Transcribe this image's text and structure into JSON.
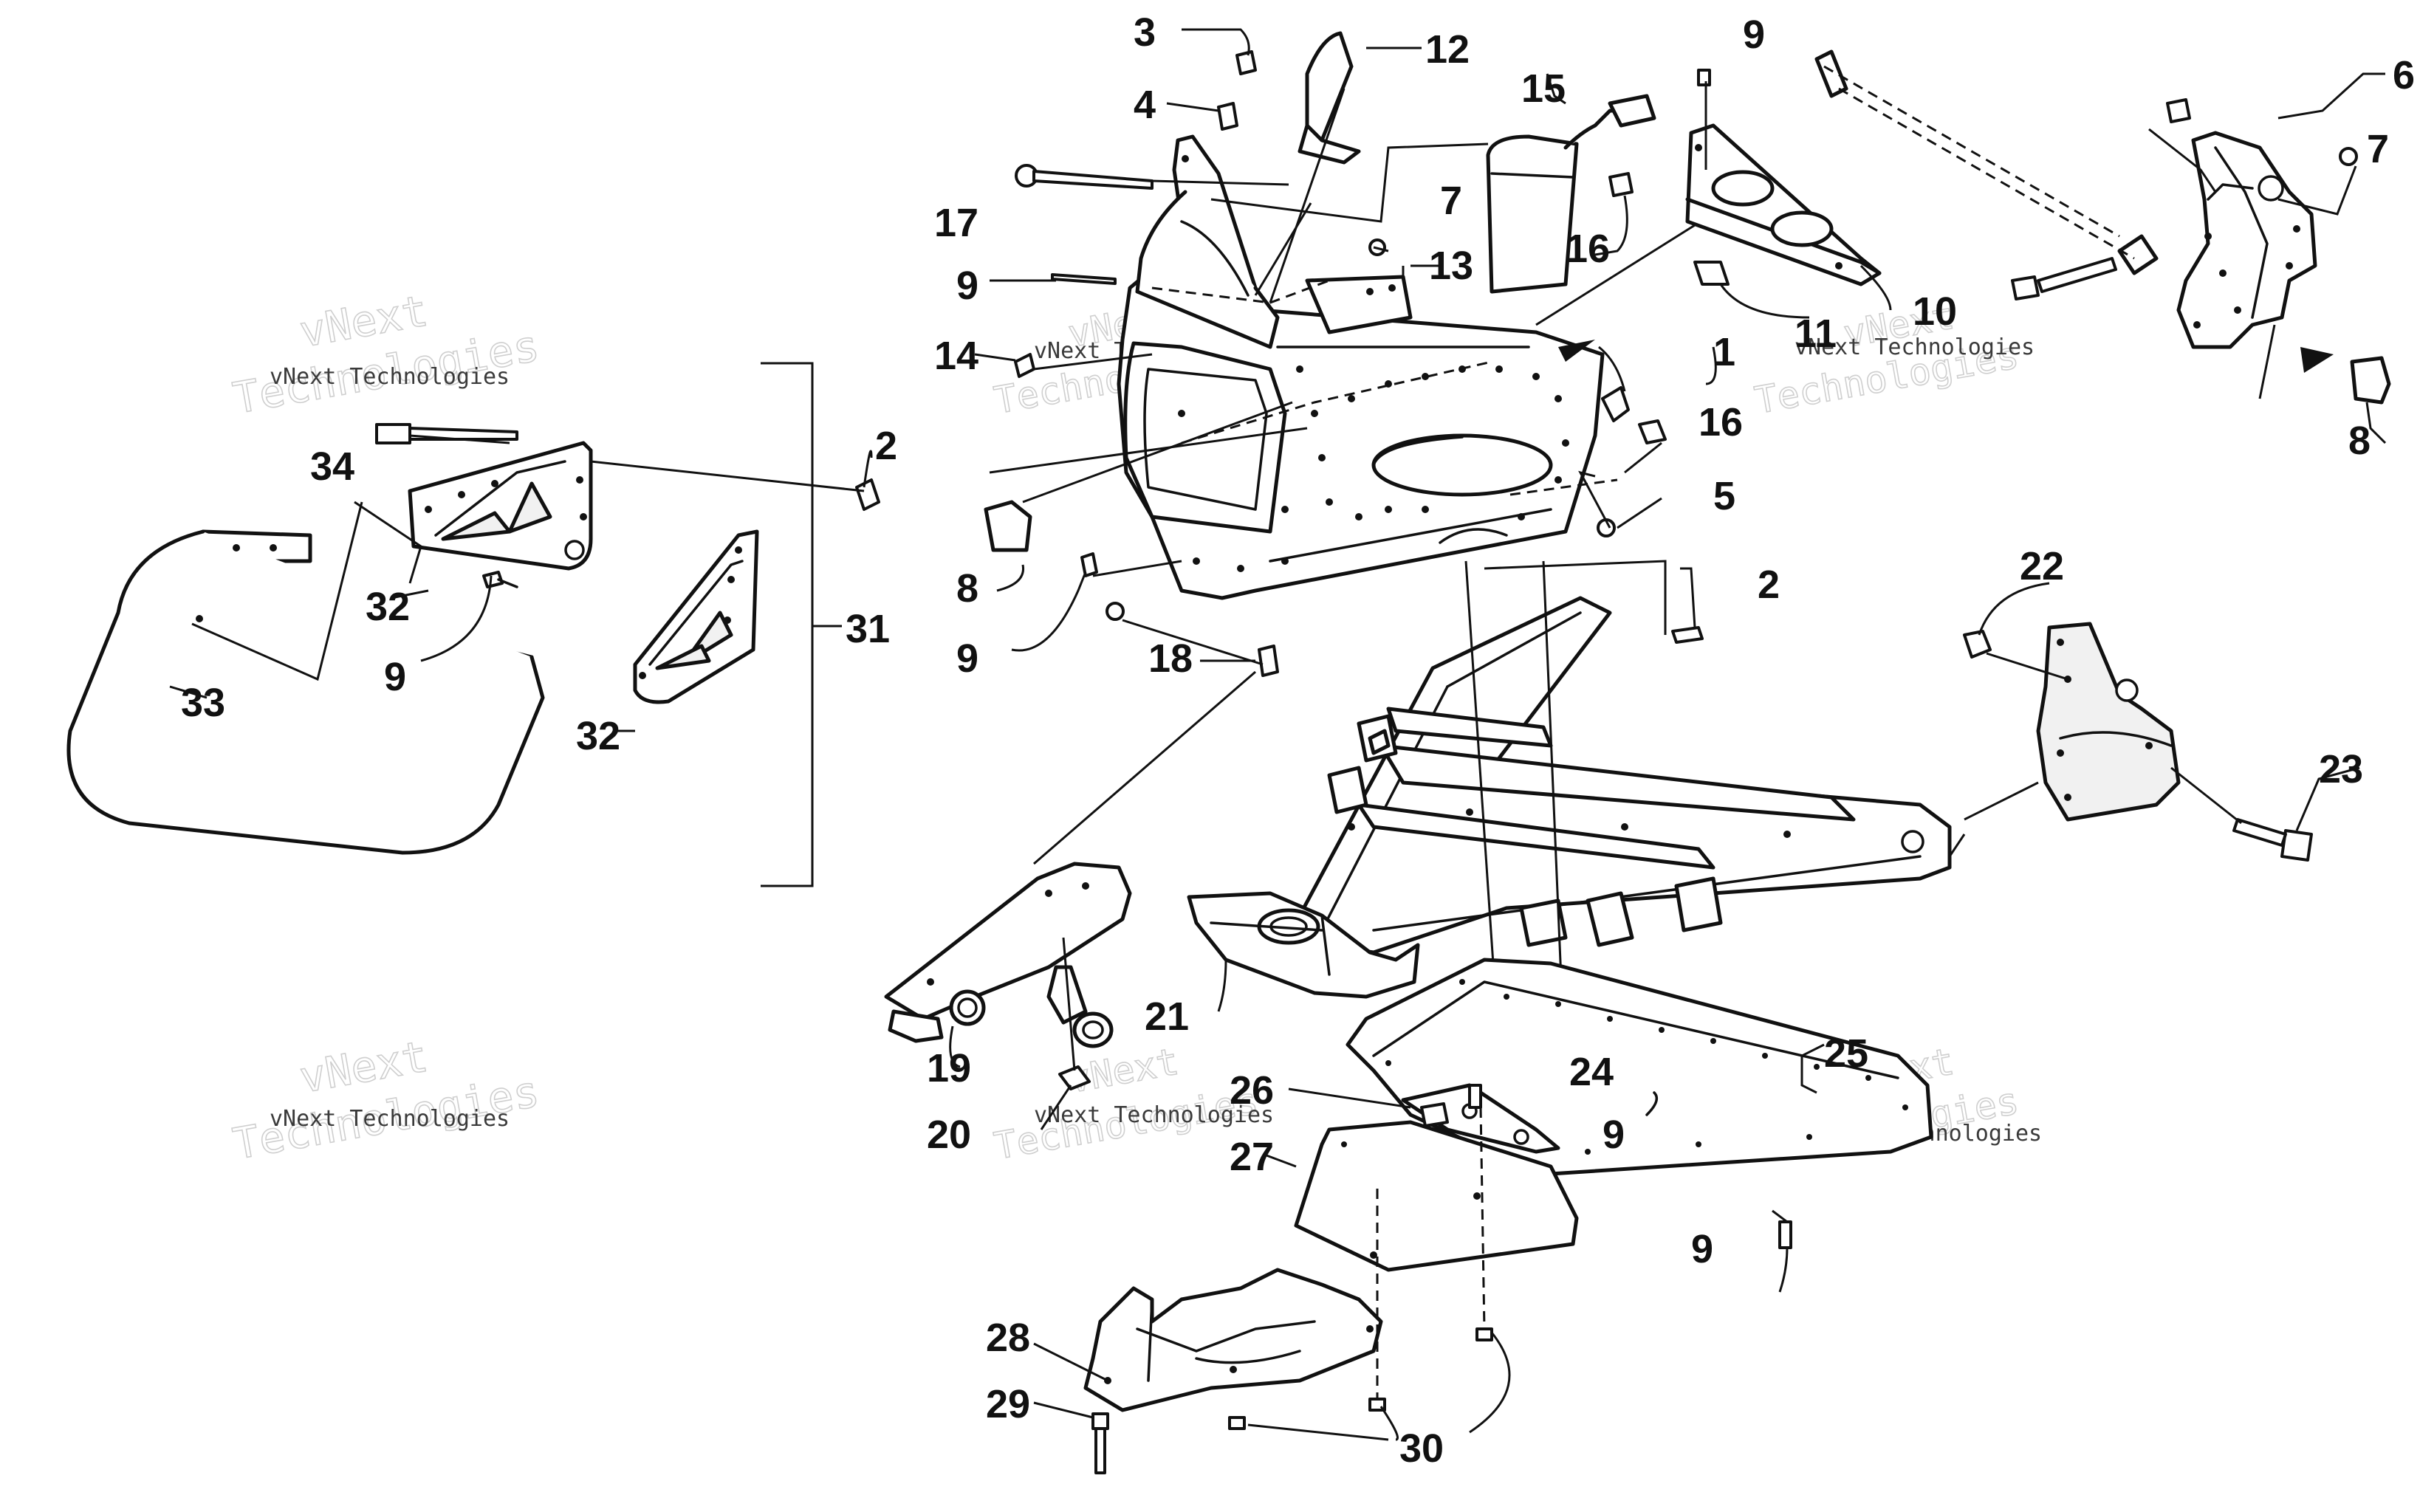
{
  "diagram": {
    "watermark": {
      "line1": "vNext",
      "line2": "Technologies",
      "full": "vNext Technologies"
    },
    "callouts": [
      {
        "id": "c1",
        "label": "1"
      },
      {
        "id": "c2a",
        "label": "2"
      },
      {
        "id": "c2b",
        "label": "2"
      },
      {
        "id": "c3",
        "label": "3"
      },
      {
        "id": "c4",
        "label": "4"
      },
      {
        "id": "c5",
        "label": "5"
      },
      {
        "id": "c6",
        "label": "6"
      },
      {
        "id": "c7a",
        "label": "7"
      },
      {
        "id": "c7b",
        "label": "7"
      },
      {
        "id": "c8a",
        "label": "8"
      },
      {
        "id": "c8b",
        "label": "8"
      },
      {
        "id": "c9a",
        "label": "9"
      },
      {
        "id": "c9b",
        "label": "9"
      },
      {
        "id": "c9c",
        "label": "9"
      },
      {
        "id": "c9d",
        "label": "9"
      },
      {
        "id": "c9e",
        "label": "9"
      },
      {
        "id": "c9f",
        "label": "9"
      },
      {
        "id": "c10",
        "label": "10"
      },
      {
        "id": "c11",
        "label": "11"
      },
      {
        "id": "c12",
        "label": "12"
      },
      {
        "id": "c13",
        "label": "13"
      },
      {
        "id": "c14",
        "label": "14"
      },
      {
        "id": "c15",
        "label": "15"
      },
      {
        "id": "c16a",
        "label": "16"
      },
      {
        "id": "c16b",
        "label": "16"
      },
      {
        "id": "c17",
        "label": "17"
      },
      {
        "id": "c18",
        "label": "18"
      },
      {
        "id": "c19",
        "label": "19"
      },
      {
        "id": "c20",
        "label": "20"
      },
      {
        "id": "c21",
        "label": "21"
      },
      {
        "id": "c22",
        "label": "22"
      },
      {
        "id": "c23",
        "label": "23"
      },
      {
        "id": "c24",
        "label": "24"
      },
      {
        "id": "c25",
        "label": "25"
      },
      {
        "id": "c26",
        "label": "26"
      },
      {
        "id": "c27",
        "label": "27"
      },
      {
        "id": "c28",
        "label": "28"
      },
      {
        "id": "c29",
        "label": "29"
      },
      {
        "id": "c30",
        "label": "30"
      },
      {
        "id": "c31",
        "label": "31"
      },
      {
        "id": "c32a",
        "label": "32"
      },
      {
        "id": "c32b",
        "label": "32"
      },
      {
        "id": "c33",
        "label": "33"
      },
      {
        "id": "c34",
        "label": "34"
      }
    ]
  }
}
